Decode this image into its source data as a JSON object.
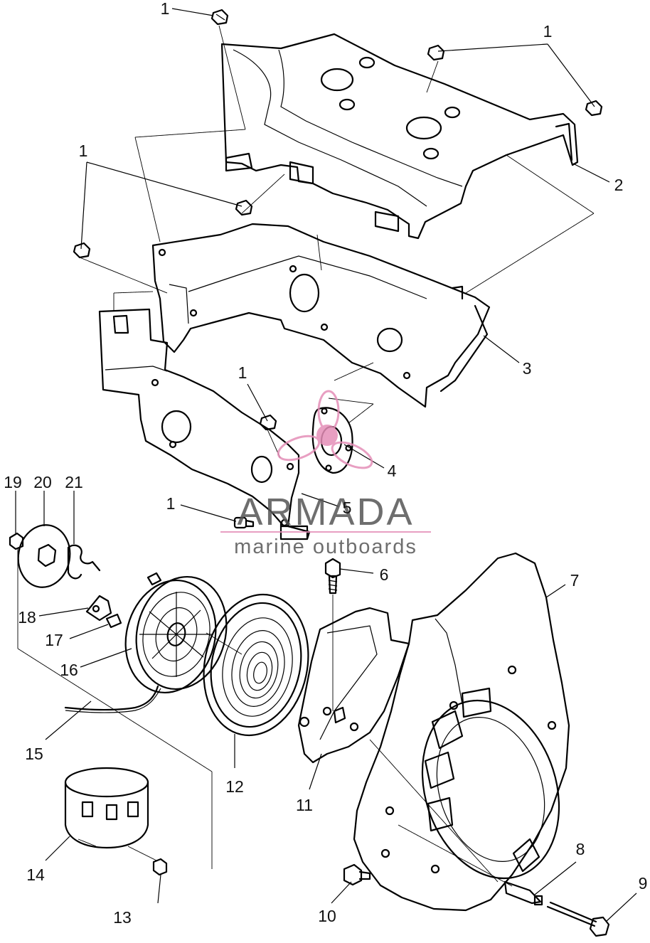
{
  "diagram": {
    "callouts": [
      {
        "id": "c1a",
        "text": "1"
      },
      {
        "id": "c1b",
        "text": "1"
      },
      {
        "id": "c1c",
        "text": "1"
      },
      {
        "id": "c1d",
        "text": "1"
      },
      {
        "id": "c1e",
        "text": "1"
      },
      {
        "id": "c2",
        "text": "2"
      },
      {
        "id": "c3",
        "text": "3"
      },
      {
        "id": "c4",
        "text": "4"
      },
      {
        "id": "c5",
        "text": "5"
      },
      {
        "id": "c6",
        "text": "6"
      },
      {
        "id": "c7",
        "text": "7"
      },
      {
        "id": "c8",
        "text": "8"
      },
      {
        "id": "c9",
        "text": "9"
      },
      {
        "id": "c10",
        "text": "10"
      },
      {
        "id": "c11",
        "text": "11"
      },
      {
        "id": "c12",
        "text": "12"
      },
      {
        "id": "c13",
        "text": "13"
      },
      {
        "id": "c14",
        "text": "14"
      },
      {
        "id": "c15",
        "text": "15"
      },
      {
        "id": "c16",
        "text": "16"
      },
      {
        "id": "c17",
        "text": "17"
      },
      {
        "id": "c18",
        "text": "18"
      },
      {
        "id": "c19",
        "text": "19"
      },
      {
        "id": "c20",
        "text": "20"
      },
      {
        "id": "c21",
        "text": "21"
      }
    ]
  },
  "watermark": {
    "brand": "ARMADA",
    "tagline": "marine outboards",
    "logo_color": "#e58fb8",
    "text_color": "#555555"
  }
}
